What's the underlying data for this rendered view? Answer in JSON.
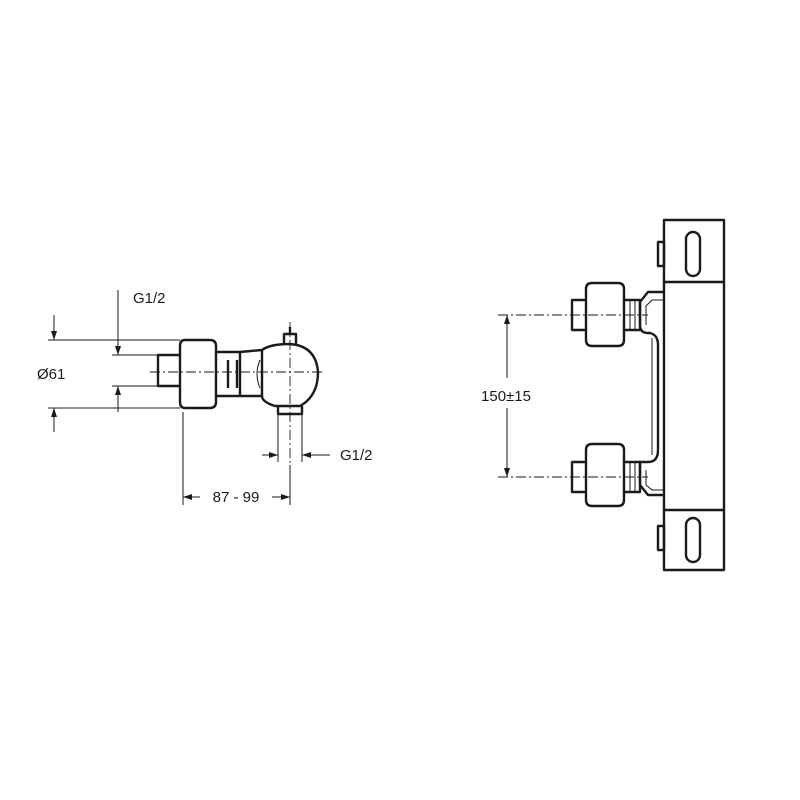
{
  "side_view": {
    "inlet_thread_label": "G1/2",
    "diameter_label": "Ø61",
    "outlet_thread_label": "G1/2",
    "depth_label": "87 - 99"
  },
  "front_view": {
    "spacing_label": "150±15"
  },
  "colors": {
    "line": "#1a1a1a",
    "background": "#ffffff"
  }
}
